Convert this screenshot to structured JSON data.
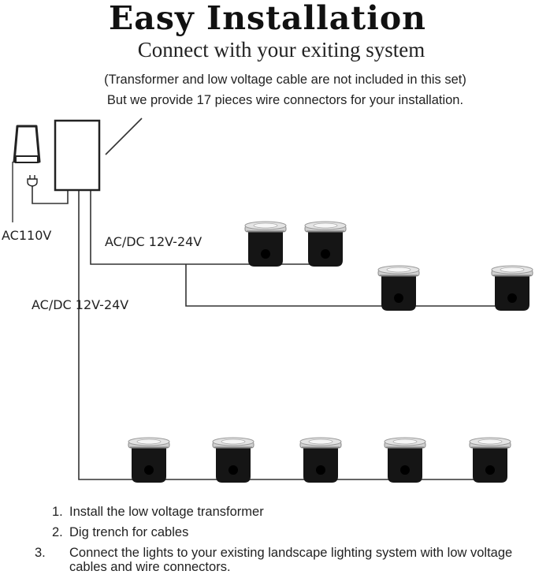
{
  "header": {
    "title": "Easy Installation",
    "subtitle": "Connect with your exiting system",
    "note_line1": "(Transformer and low voltage cable are not included in this set)",
    "note_line2": "But we provide 17 pieces wire connectors for your installation."
  },
  "diagram": {
    "ac_label": "AC110V",
    "branch_label_top": "AC/DC 12V-24V",
    "branch_label_main": "AC/DC 12V-24V",
    "colors": {
      "line": "#333333",
      "light_body": "#151515",
      "light_rim": "#c9c9c9"
    },
    "icons": [
      "wall-outlet-icon",
      "transformer-icon",
      "plug-icon",
      "in-ground-light-icon"
    ]
  },
  "steps": [
    {
      "num": "1.",
      "text": "Install the low voltage transformer"
    },
    {
      "num": "2.",
      "text": "Dig trench for cables"
    },
    {
      "num": "3.",
      "text": "Connect the lights to your existing landscape lighting system with low voltage cables and wire connectors."
    }
  ]
}
